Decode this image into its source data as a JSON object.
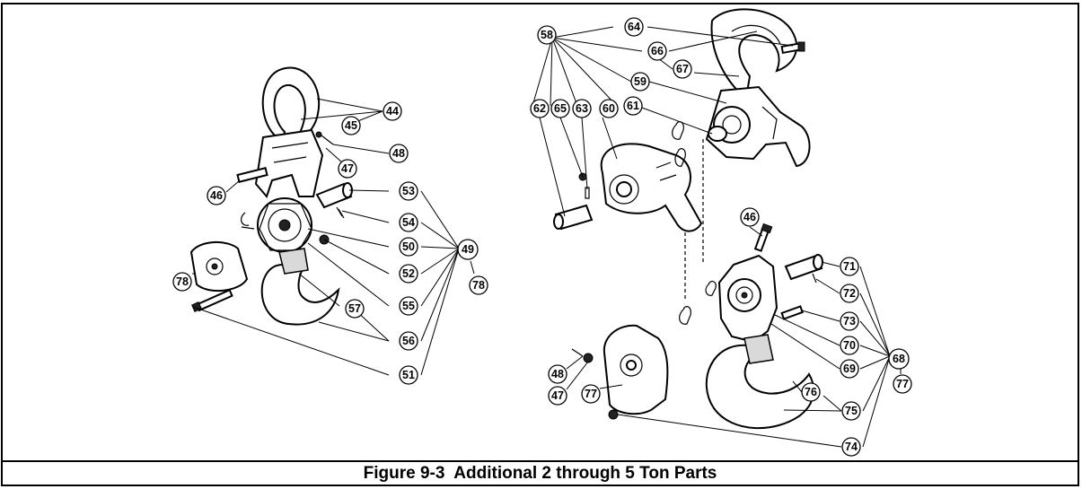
{
  "caption": "Figure 9-3  Additional 2 through 5 Ton Parts",
  "callouts": {
    "c44": "44",
    "c45": "45",
    "c46a": "46",
    "c47a": "47",
    "c48a": "48",
    "c49": "49",
    "c50": "50",
    "c51": "51",
    "c52": "52",
    "c53": "53",
    "c54": "54",
    "c55": "55",
    "c56": "56",
    "c57": "57",
    "c78a": "78",
    "c78b": "78",
    "c58": "58",
    "c59": "59",
    "c60": "60",
    "c61": "61",
    "c62": "62",
    "c63": "63",
    "c64": "64",
    "c65": "65",
    "c66": "66",
    "c67": "67",
    "c46b": "46",
    "c47b": "47",
    "c48b": "48",
    "c68": "68",
    "c69": "69",
    "c70": "70",
    "c71": "71",
    "c72": "72",
    "c73": "73",
    "c74": "74",
    "c75": "75",
    "c76": "76",
    "c77a": "77",
    "c77b": "77"
  }
}
